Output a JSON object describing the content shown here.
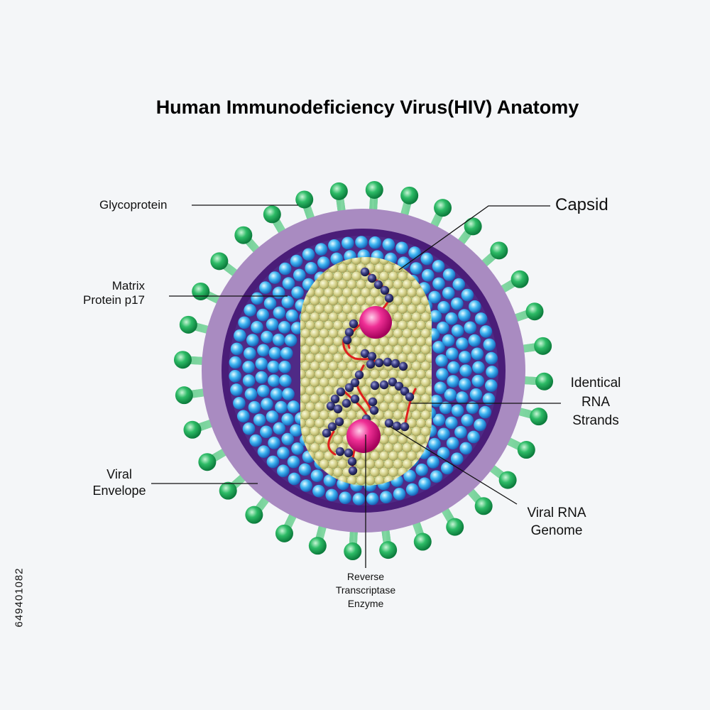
{
  "title": "Human Immunodeficiency Virus(HIV) Anatomy",
  "stock_id": "649401082",
  "labels": {
    "glycoprotein": "Glycoprotein",
    "capsid": "Capsid",
    "matrix_line1": "Matrix",
    "matrix_line2": "Protein p17",
    "rna_line1": "Identical",
    "rna_line2": "RNA",
    "rna_line3": "Strands",
    "envelope_line1": "Viral",
    "envelope_line2": "Envelope",
    "genome_line1": "Viral RNA",
    "genome_line2": "Genome",
    "rt_line1": "Reverse",
    "rt_line2": "Transcriptase",
    "rt_line3": "Enzyme"
  },
  "colors": {
    "envelope": "#a98bc1",
    "membrane": "#4a1d78",
    "matrix_bead": "#33aef0",
    "capsid": "#d6d287",
    "capsid_bead": "#c9c779",
    "glycoprotein": "#1ea456",
    "stalk": "#6fcf93",
    "rna_bead": "#2e2f6e",
    "rna_strand": "#e0201e",
    "enzyme": "#e0157f"
  }
}
